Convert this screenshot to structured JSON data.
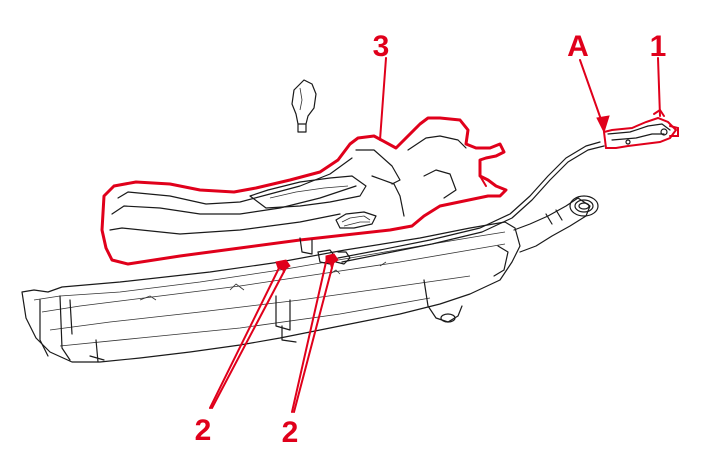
{
  "diagram": {
    "callouts": {
      "item_1": "1",
      "item_a": "A",
      "item_3": "3",
      "item_2_left": "2",
      "item_2_right": "2"
    },
    "highlight_color": "#e0001b",
    "line_color": "#1a1a1a",
    "background": "#ffffff"
  }
}
